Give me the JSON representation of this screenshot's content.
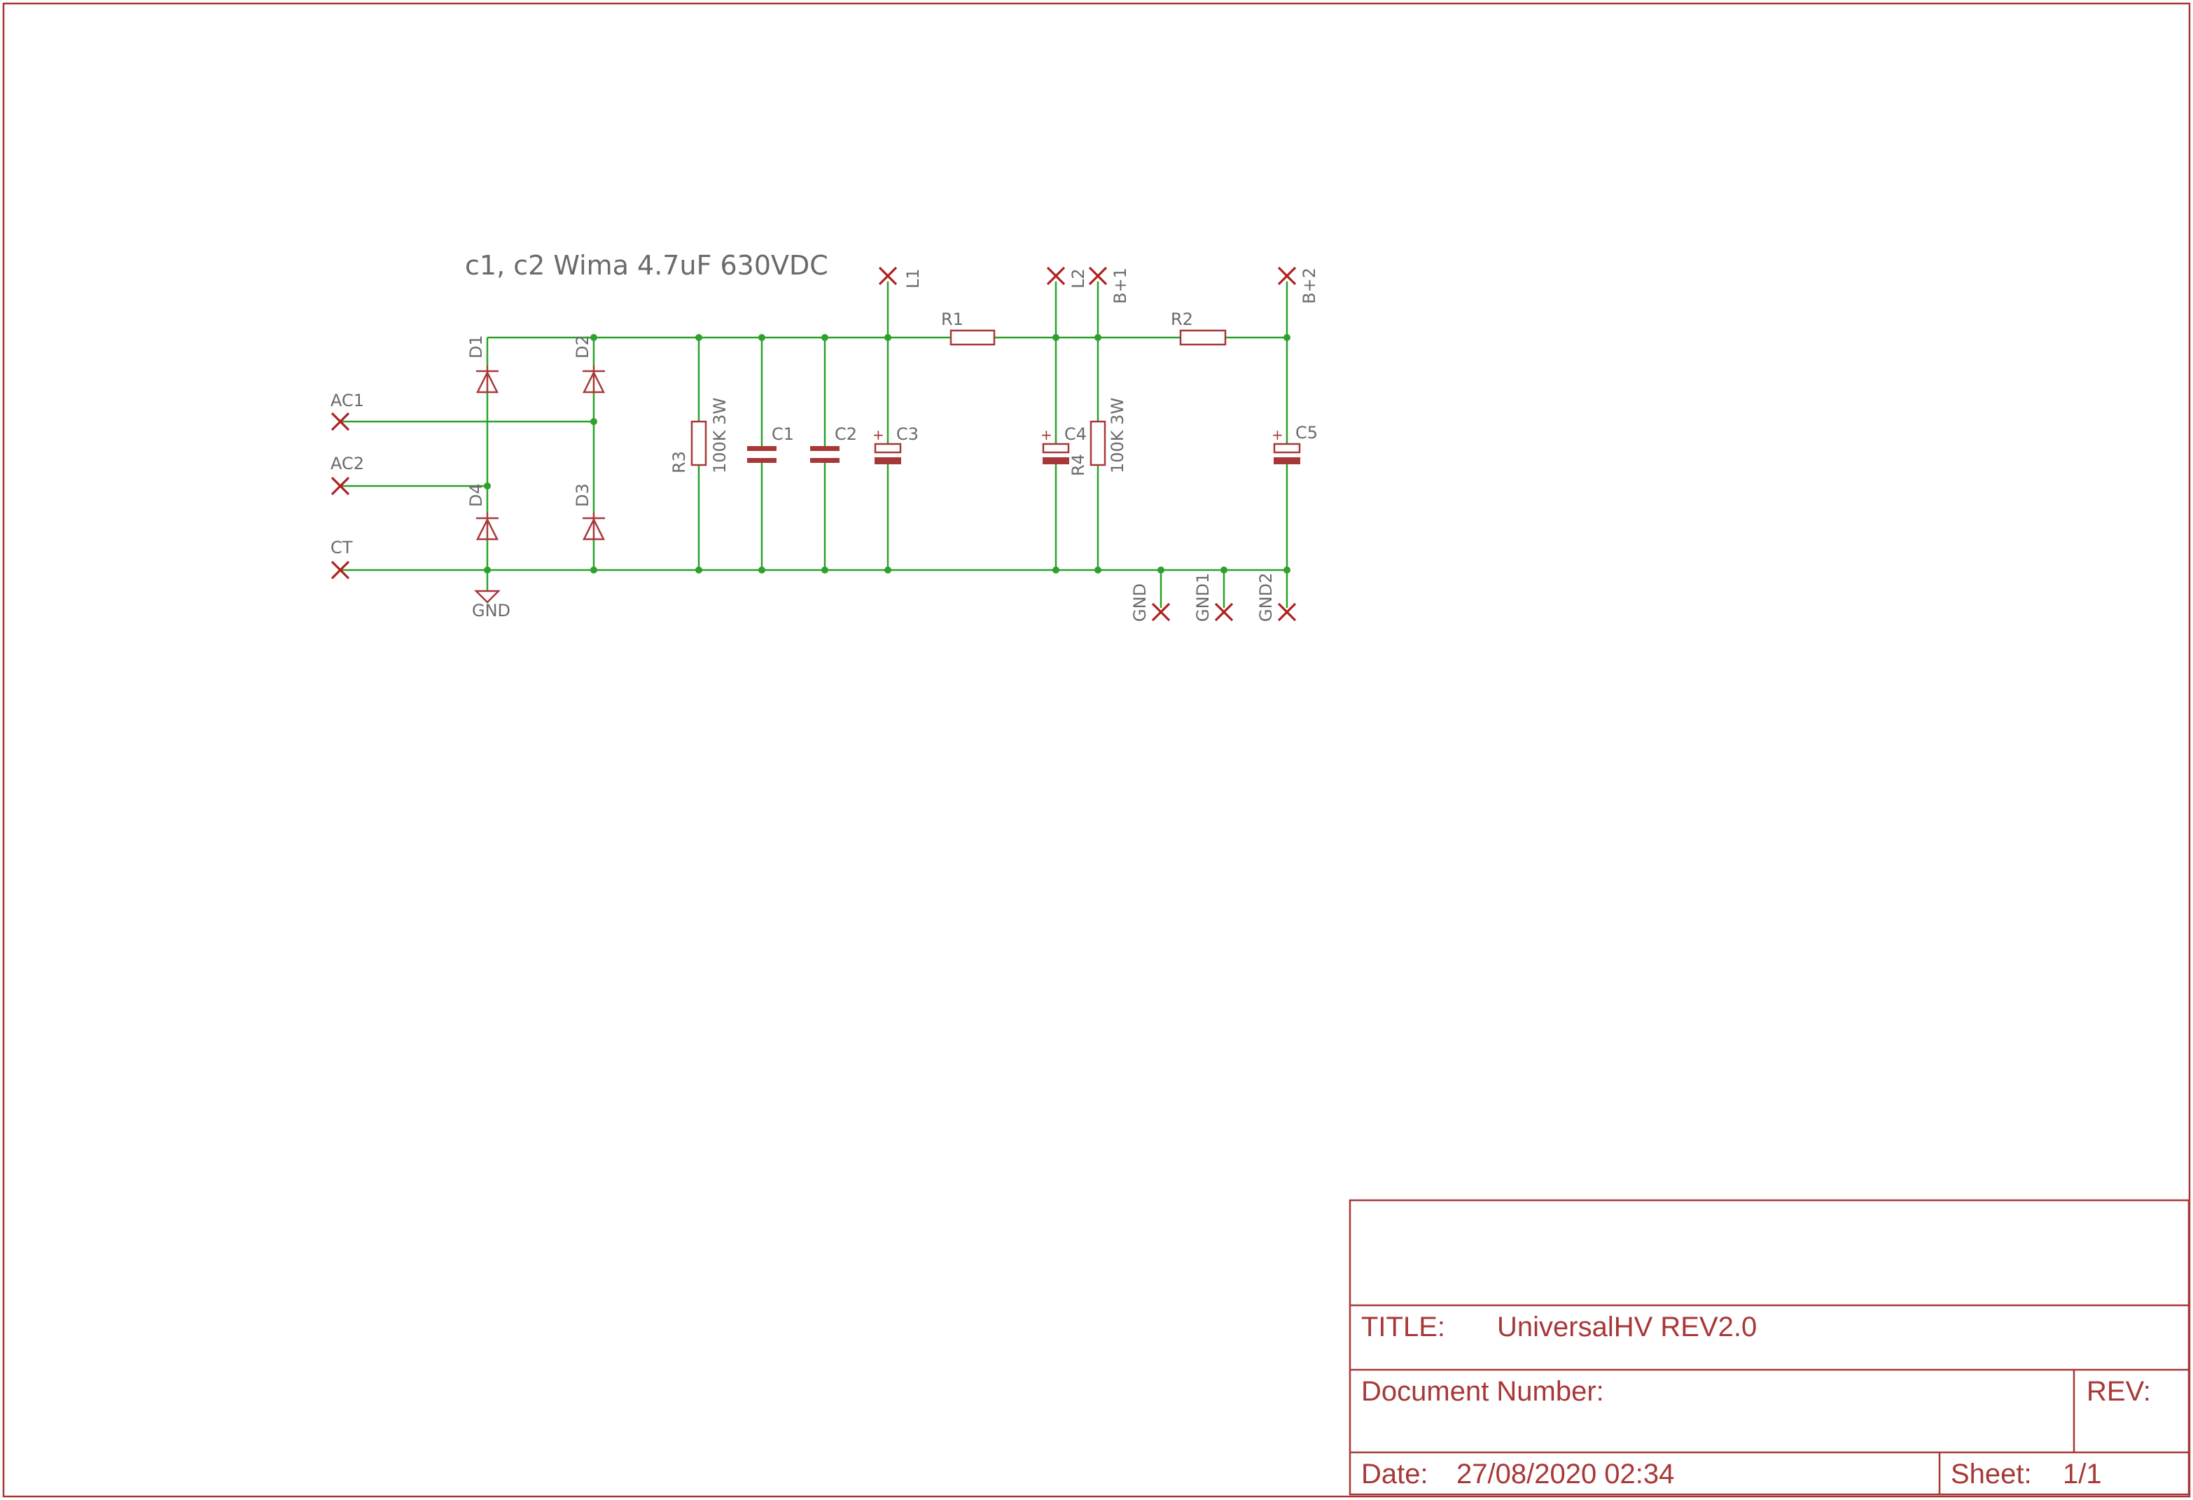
{
  "note": "c1, c2 Wima 4.7uF 630VDC",
  "components": {
    "d1": "D1",
    "d2": "D2",
    "d3": "D3",
    "d4": "D4",
    "r1": "R1",
    "r2": "R2",
    "r3": "R3",
    "r3_value": "100K 3W",
    "r4": "R4",
    "r4_value": "100K 3W",
    "c1": "C1",
    "c2": "C2",
    "c3": "C3",
    "c4": "C4",
    "c5": "C5",
    "gnd_symbol": "GND"
  },
  "connectors": {
    "ac1": "AC1",
    "ac2": "AC2",
    "ct": "CT",
    "l1": "L1",
    "l2": "L2",
    "bplus1": "B+1",
    "bplus2": "B+2",
    "gnd": "GND",
    "gnd1": "GND1",
    "gnd2": "GND2"
  },
  "title_block": {
    "title_label": "TITLE:",
    "title_value": "UniversalHV REV2.0",
    "docnum_label": "Document Number:",
    "rev_label": "REV:",
    "date_label": "Date:",
    "date_value": "27/08/2020 02:34",
    "sheet_label": "Sheet:",
    "sheet_value": "1/1"
  }
}
